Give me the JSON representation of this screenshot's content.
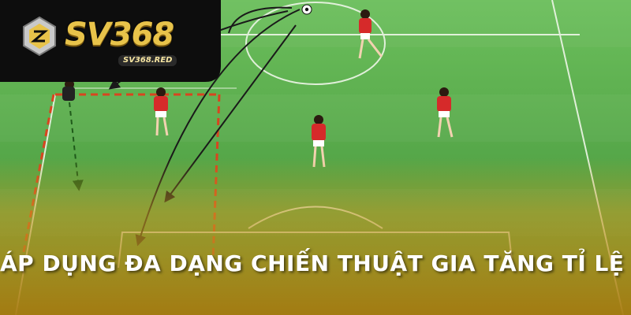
{
  "brand": {
    "logo_text": "SV368",
    "logo_subtext": "SV368.RED",
    "logo_color": "#e8c34a",
    "badge_color": "#0d0d0d"
  },
  "headline": "ÁP DỤNG ĐA DẠNG CHIẾN THUẬT GIA TĂNG TỈ LỆ THẮNG",
  "colors": {
    "pitch_light": "#5aa84e",
    "pitch_dark": "#4a9a42",
    "overlay_gold": "#b38a1a",
    "player_shirt": "#d62a2a",
    "tactic_line": "#d8451f"
  },
  "icons": [
    "logo-icon",
    "ball-icon",
    "player-icon"
  ]
}
